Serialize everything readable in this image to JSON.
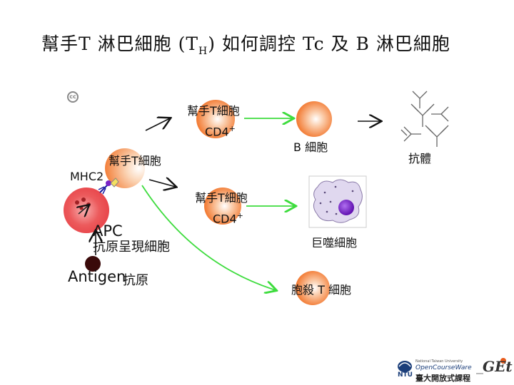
{
  "title": {
    "main": "幫手T 淋巴細胞 (T",
    "sub": "H",
    "rest": ") 如何調控 Tc 及 B 淋巴細胞"
  },
  "labels": {
    "helper_t_top": "幫手T細胞",
    "cd4_top": "CD4",
    "cd4_top_sup": "+",
    "b_cell": "B 細胞",
    "antibody": "抗體",
    "helper_t_mid": "幫手T細胞",
    "mhc2": "MHC2",
    "helper_t_right": "幫手T細胞",
    "cd4_right": "CD4",
    "cd4_right_sup": "+",
    "macrophage": "巨噬細胞",
    "apc": "APC",
    "apc_cn": "抗原呈現細胞",
    "antigen": "Antigen",
    "antigen_cn": "抗原",
    "tc_cell": "胞殺 T 細胞"
  },
  "logo": {
    "small": "National Taiwan University",
    "ocw": "OpenCourseWare",
    "cn": "臺大開放式課程",
    "get": "GEt",
    "ntu": "NTU"
  },
  "colors": {
    "arrow_green": "#3ddc3d",
    "cell_orange": "#f2772e",
    "apc_red": "#e8454a",
    "antigen": "#3a0a0a",
    "macrophage_nucleus": "#7a22c8"
  }
}
